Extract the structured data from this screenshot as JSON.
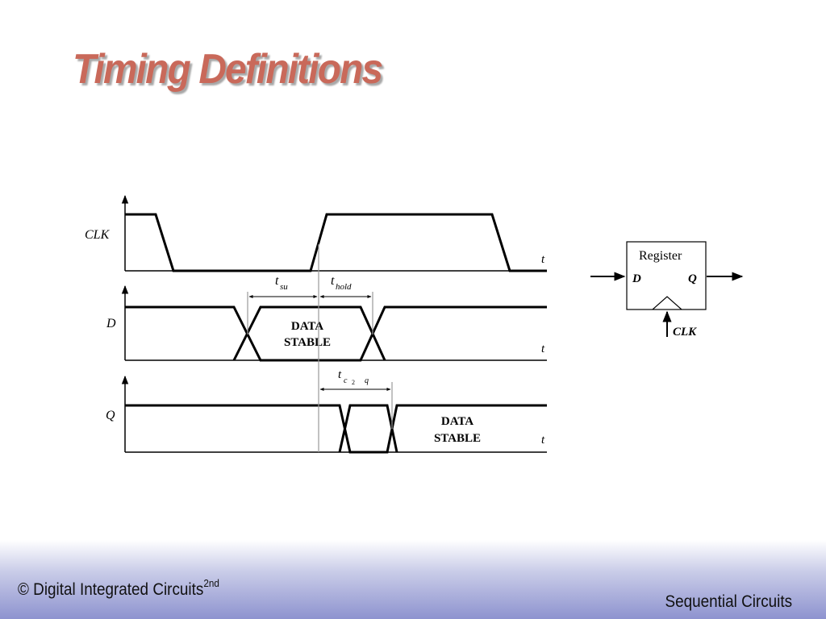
{
  "slide": {
    "title": "Timing Definitions"
  },
  "timing_diagram": {
    "clk_label": "CLK",
    "d_label": "D",
    "q_label": "Q",
    "time_label": "t",
    "tsu_main": "t",
    "tsu_sub": "su",
    "thold_main": "t",
    "thold_sub": "hold",
    "tc2q_main": "t",
    "tc2q_sub1": "c",
    "tc2q_sub2": "2",
    "tc2q_sub3": "q",
    "d_stable_line1": "DATA",
    "d_stable_line2": "STABLE",
    "q_stable_line1": "DATA",
    "q_stable_line2": "STABLE"
  },
  "register_block": {
    "title": "Register",
    "d_port": "D",
    "q_port": "Q",
    "clk_port": "CLK"
  },
  "footer": {
    "left_prefix": "© Digital Integrated Circuits",
    "left_superscript": "2nd",
    "right": "Sequential Circuits"
  }
}
